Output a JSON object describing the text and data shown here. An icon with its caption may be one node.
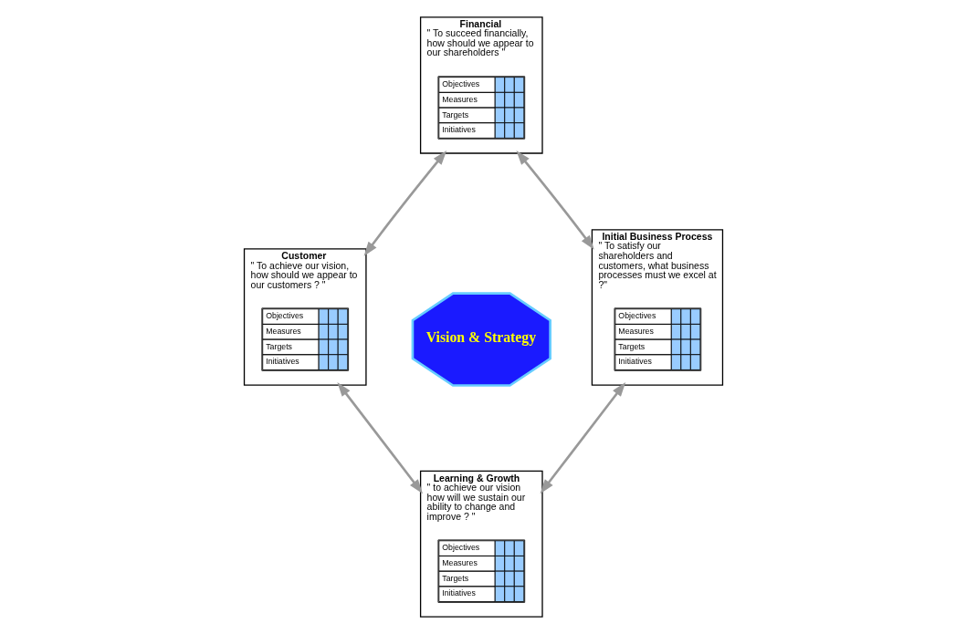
{
  "diagram": {
    "nodes": [
      {
        "text": [
          "Financial",
          "\" To succeed financially, how should we appear to our shareholders \""
        ]
      },
      {
        "text": [
          "Objectives",
          "Measures",
          "Targets",
          "Initiatives"
        ],
        "in": 0
      },
      {
        "text": [
          "Customer",
          "\" To achieve our vision, how should we appear to our customers ? \""
        ]
      },
      {
        "text": [
          "Objectives",
          "Measures",
          "Targets",
          "Initiatives"
        ],
        "in": 2
      },
      {
        "text": [
          "Vision & Strategy"
        ]
      },
      {
        "text": [
          "Initial Business Process",
          "\" To satisfy our shareholders and customers, what business processes must we excel at ?\""
        ]
      },
      {
        "text": [
          "Objectives",
          "Measures",
          "Targets",
          "Initiatives"
        ],
        "in": 5
      },
      {
        "text": [
          "Learning & Growth",
          "\" to achieve our vision how will we sustain our ability to change and improve ? \""
        ]
      },
      {
        "text": [
          "Objectives",
          "Measures",
          "Targets",
          "Initiatives"
        ],
        "in": 7
      }
    ],
    "edges": [
      {
        "from": 0,
        "to": 2,
        "arrow": "both"
      },
      {
        "from": 0,
        "to": 5,
        "arrow": "both"
      },
      {
        "from": 5,
        "to": 7,
        "arrow": "both"
      },
      {
        "from": 7,
        "to": 2,
        "arrow": "both"
      }
    ]
  }
}
